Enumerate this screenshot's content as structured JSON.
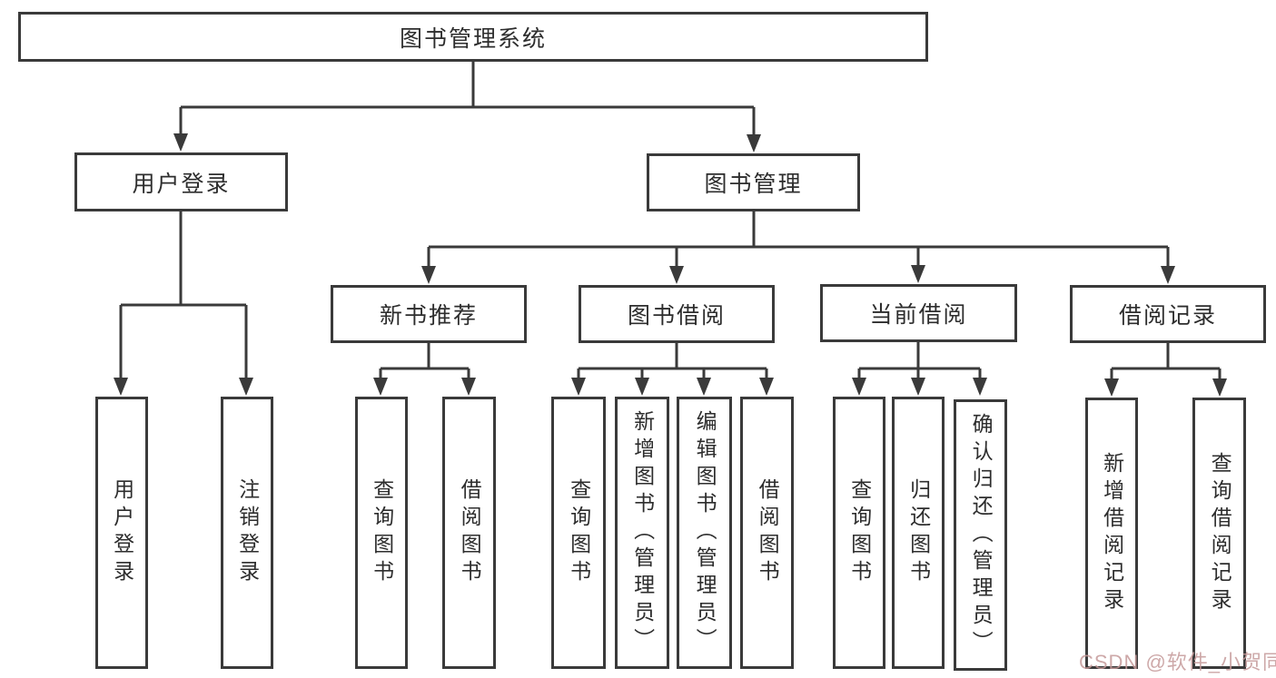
{
  "nodes": {
    "root": "图书管理系统",
    "group_user_login": "用户登录",
    "group_book_mgmt": "图书管理",
    "leaf_user_login": "用户登录",
    "leaf_logout": "注销登录",
    "mod_new_book_rec": "新书推荐",
    "mod_book_borrow": "图书借阅",
    "mod_current_borrow": "当前借阅",
    "mod_borrow_records": "借阅记录",
    "nbr_query_book": "查询图书",
    "nbr_borrow_book": "借阅图书",
    "bb_query_book": "查询图书",
    "bb_add_book": "新增图书（管理员）",
    "bb_edit_book": "编辑图书（管理员）",
    "bb_borrow_book": "借阅图书",
    "cb_query_book": "查询图书",
    "cb_return_book": "归还图书",
    "cb_confirm_return": "确认归还（管理员）",
    "br_add_record": "新增借阅记录",
    "br_query_record": "查询借阅记录"
  },
  "watermark": "CSDN @软件_小贺同学",
  "colors": {
    "line_and_border": "#3a3a3a",
    "text": "#2d2d2d",
    "watermark": "#c59a9a",
    "background": "#ffffff"
  }
}
